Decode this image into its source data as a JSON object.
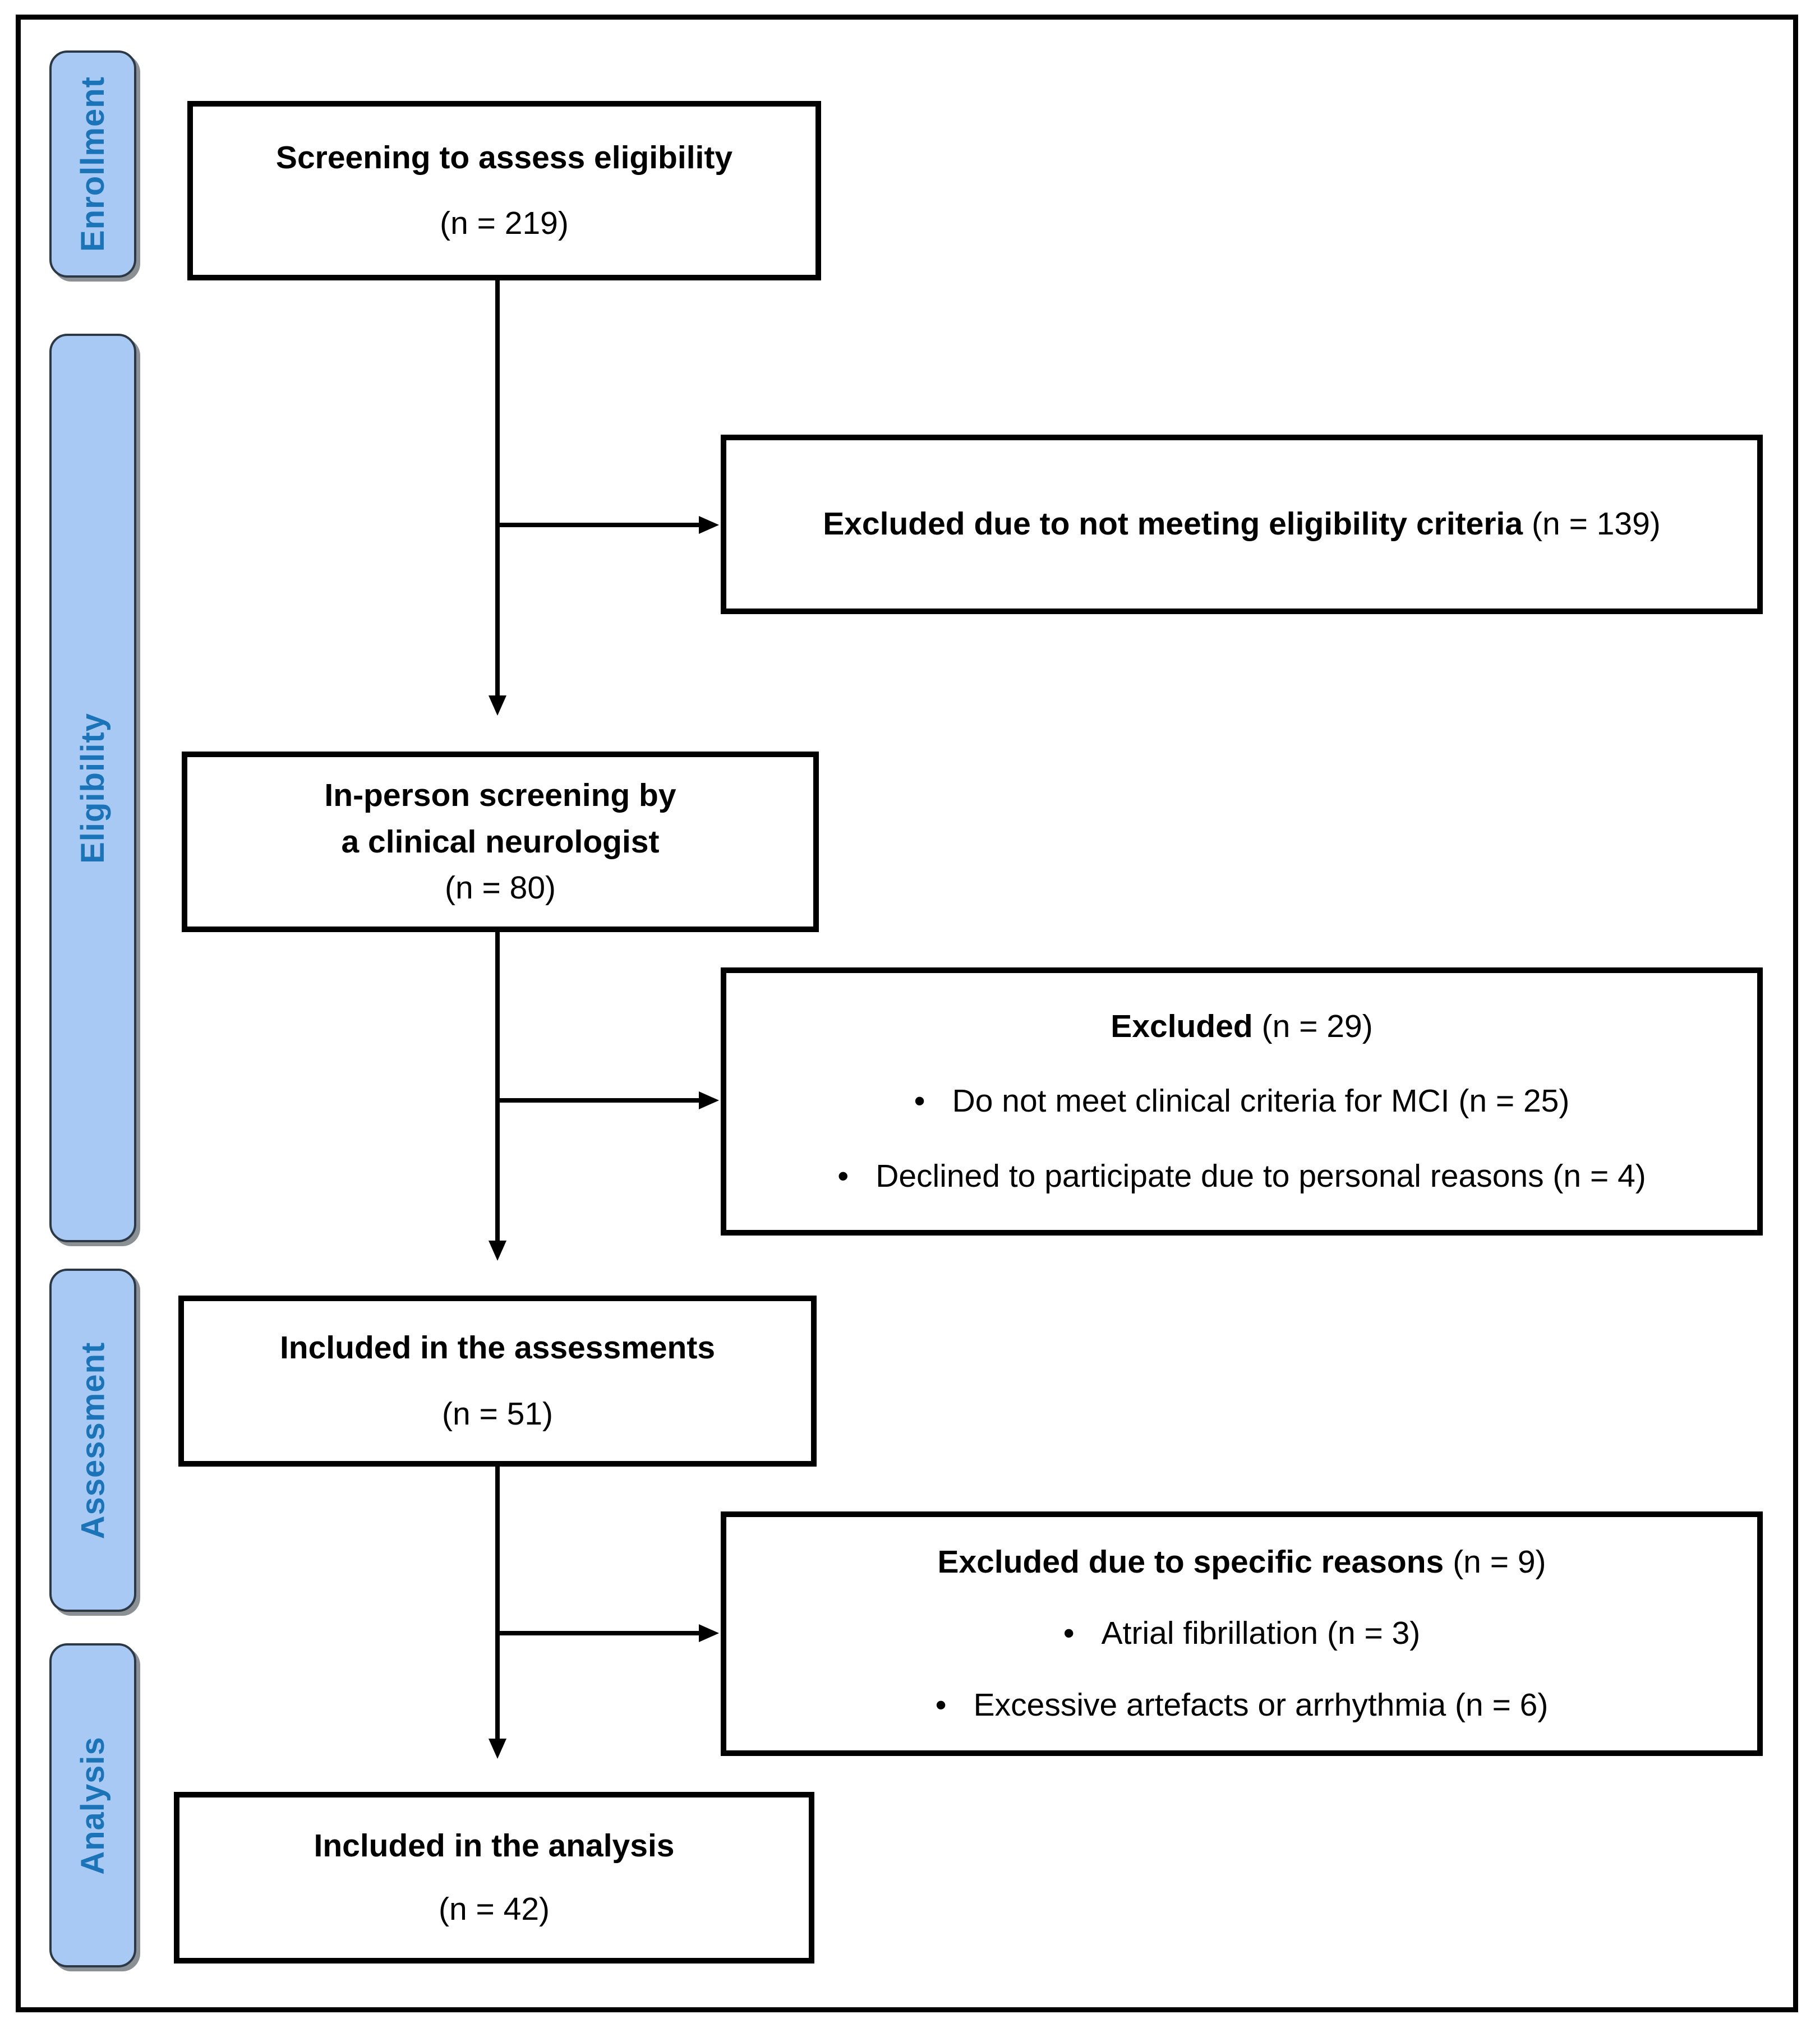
{
  "ui": {
    "bullet": "•"
  },
  "colors": {
    "stage_fill": "#A7C9F3",
    "stage_border": "#2C3945",
    "stage_text": "#1B73B8",
    "box_border": "#000000",
    "box_fill": "#FFFFFF",
    "connector": "#000000"
  },
  "stages": {
    "enrollment": "Enrollment",
    "eligibility": "Eligibility",
    "assessment": "Assessment",
    "analysis": "Analysis"
  },
  "flow": {
    "screening": {
      "title": "Screening to assess eligibility",
      "n": "(n = 219)"
    },
    "in_person": {
      "title_line1": "In-person screening by",
      "title_line2": "a clinical neurologist",
      "n": "(n = 80)"
    },
    "assessments": {
      "title": "Included in the assessments",
      "n": "(n = 51)"
    },
    "analysis": {
      "title": "Included in the analysis",
      "n": "(n = 42)"
    }
  },
  "exclusions": {
    "eligibility": {
      "title": "Excluded due to not meeting eligibility criteria",
      "n": "(n = 139)"
    },
    "clinical": {
      "title": "Excluded",
      "n": "(n = 29)",
      "bullet1": "Do not meet clinical criteria for MCI (n = 25)",
      "bullet2": "Declined to participate due to personal reasons (n = 4)"
    },
    "specific": {
      "title": "Excluded due to specific reasons",
      "n": "(n = 9)",
      "bullet1": "Atrial fibrillation (n = 3)",
      "bullet2": "Excessive artefacts or arrhythmia (n = 6)"
    }
  }
}
